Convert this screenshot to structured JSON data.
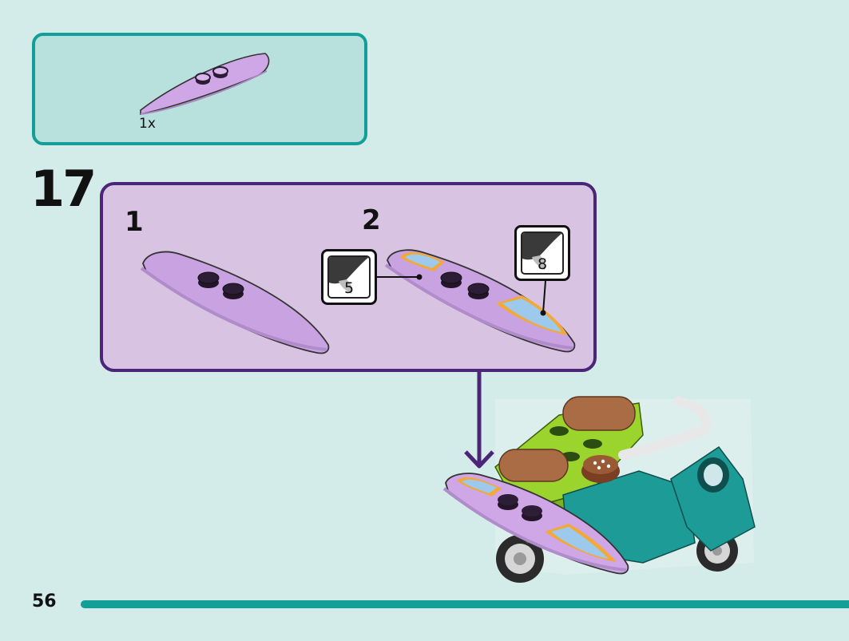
{
  "parts_callout": {
    "count": "1x"
  },
  "step": {
    "number": "17"
  },
  "substeps": [
    {
      "label": "1"
    },
    {
      "label": "2"
    }
  ],
  "stickers": [
    {
      "number": "5"
    },
    {
      "number": "8"
    }
  ],
  "page": {
    "number": "56"
  },
  "colors": {
    "background": "#d3ebe9",
    "parts_box_border": "#139e98",
    "substep_box_border": "#4b2577",
    "surfboard": "#cfa6e6",
    "sidecar_green": "#9bd42d",
    "scooter_teal": "#1d9b96",
    "seat_brown": "#a96c44"
  }
}
